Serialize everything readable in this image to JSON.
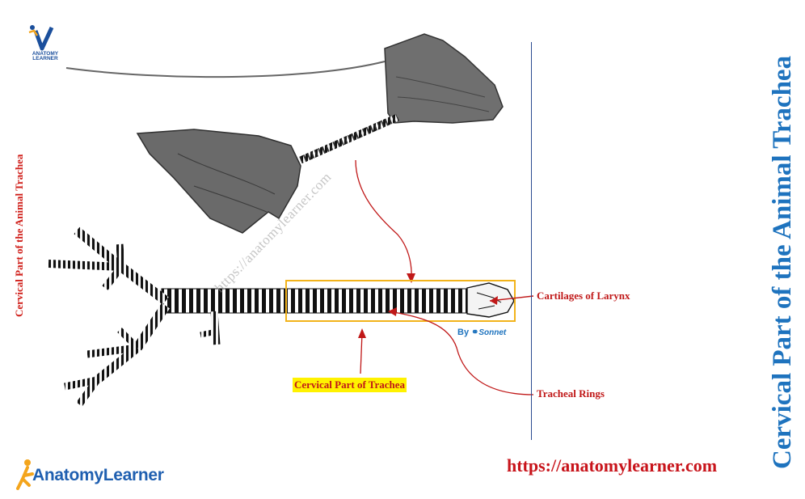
{
  "logo_small": {
    "brand_line1": "ANATOMY",
    "brand_line2": "LEARNER"
  },
  "titles": {
    "left_vertical": "Cervical Part of the Animal Trachea",
    "right_vertical": "Cervical Part of the Animal Trachea"
  },
  "labels": {
    "cartilages_of_larynx": "Cartilages of Larynx",
    "tracheal_rings": "Tracheal Rings",
    "cervical_part_of_trachea": "Cervical Part of Trachea"
  },
  "credit": {
    "by": "By",
    "name": "Sonnet"
  },
  "watermark": "https://anatomylearner.com",
  "footer": {
    "url": "https://anatomylearner.com",
    "brand": "AnatomyLearner"
  },
  "colors": {
    "title_blue": "#1e73be",
    "label_red": "#c01818",
    "highlight_yellow": "#fff200",
    "box_orange": "#f2b31b",
    "divider": "#2a4a90"
  }
}
